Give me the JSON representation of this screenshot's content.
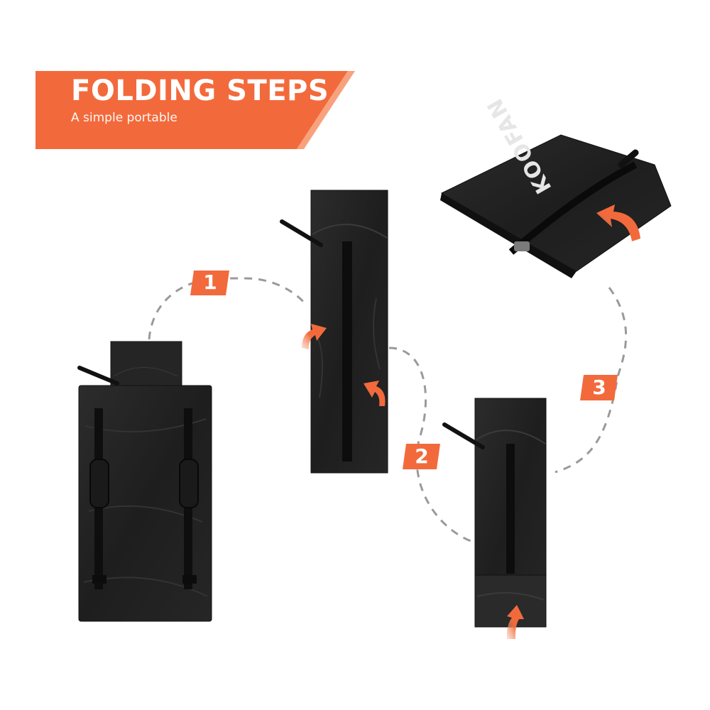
{
  "banner": {
    "title": "FOLDING STEPS",
    "subtitle": "A simple portable"
  },
  "steps": [
    {
      "number": "1"
    },
    {
      "number": "2"
    },
    {
      "number": "3"
    }
  ],
  "product": {
    "brand": "KOOFAN"
  },
  "colors": {
    "accent": "#f26a3c",
    "accent_light": "#f8a27d",
    "fabric": "#232323",
    "fabric_dark": "#141414",
    "dash": "#9a9a9a"
  },
  "icons": [
    "fold-arrow-icon"
  ]
}
